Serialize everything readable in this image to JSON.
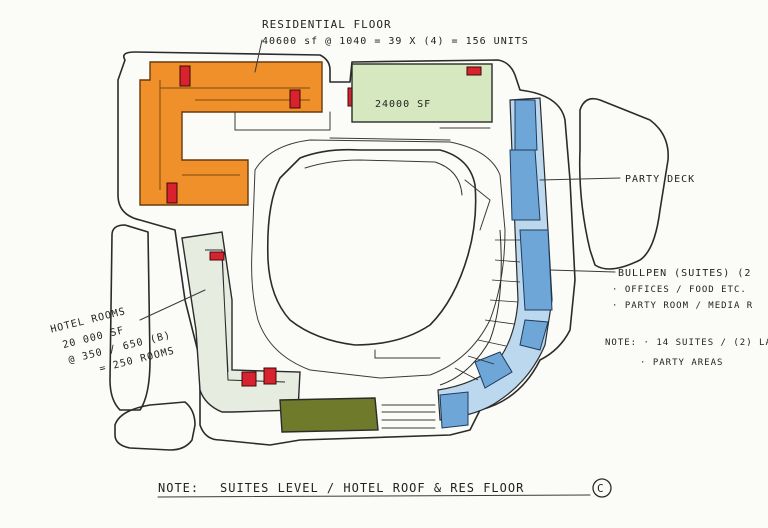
{
  "annotations": {
    "residential_title": "RESIDENTIAL FLOOR",
    "residential_calc": "40600 sf @ 1040 = 39 X (4) = 156 UNITS",
    "green_area": "24000 SF",
    "party_deck": "PARTY DECK",
    "bullpen_line1": "BULLPEN (SUITES) (2",
    "bullpen_line2": "· OFFICES / FOOD ETC.",
    "bullpen_line3": "· PARTY ROOM / MEDIA R",
    "note_line1": "NOTE: · 14 SUITES / (2) LA",
    "note_line2": "· PARTY AREAS",
    "hotel_line1": "HOTEL ROOMS",
    "hotel_line2": "20 000 SF",
    "hotel_line3": "@ 350 / 650 (B)",
    "hotel_line4": "= 250 ROOMS",
    "footer_note": "NOTE:",
    "footer_text": "SUITES LEVEL / HOTEL ROOF & RES FLOOR"
  },
  "colors": {
    "residential": "#f0902a",
    "core": "#d8232f",
    "green_lawn": "#d6e8bf",
    "olive_block": "#6f7a2a",
    "suites_blue": "#6fa6d8",
    "suites_light": "#bcd8ee",
    "hotel": "#e6ede0"
  }
}
